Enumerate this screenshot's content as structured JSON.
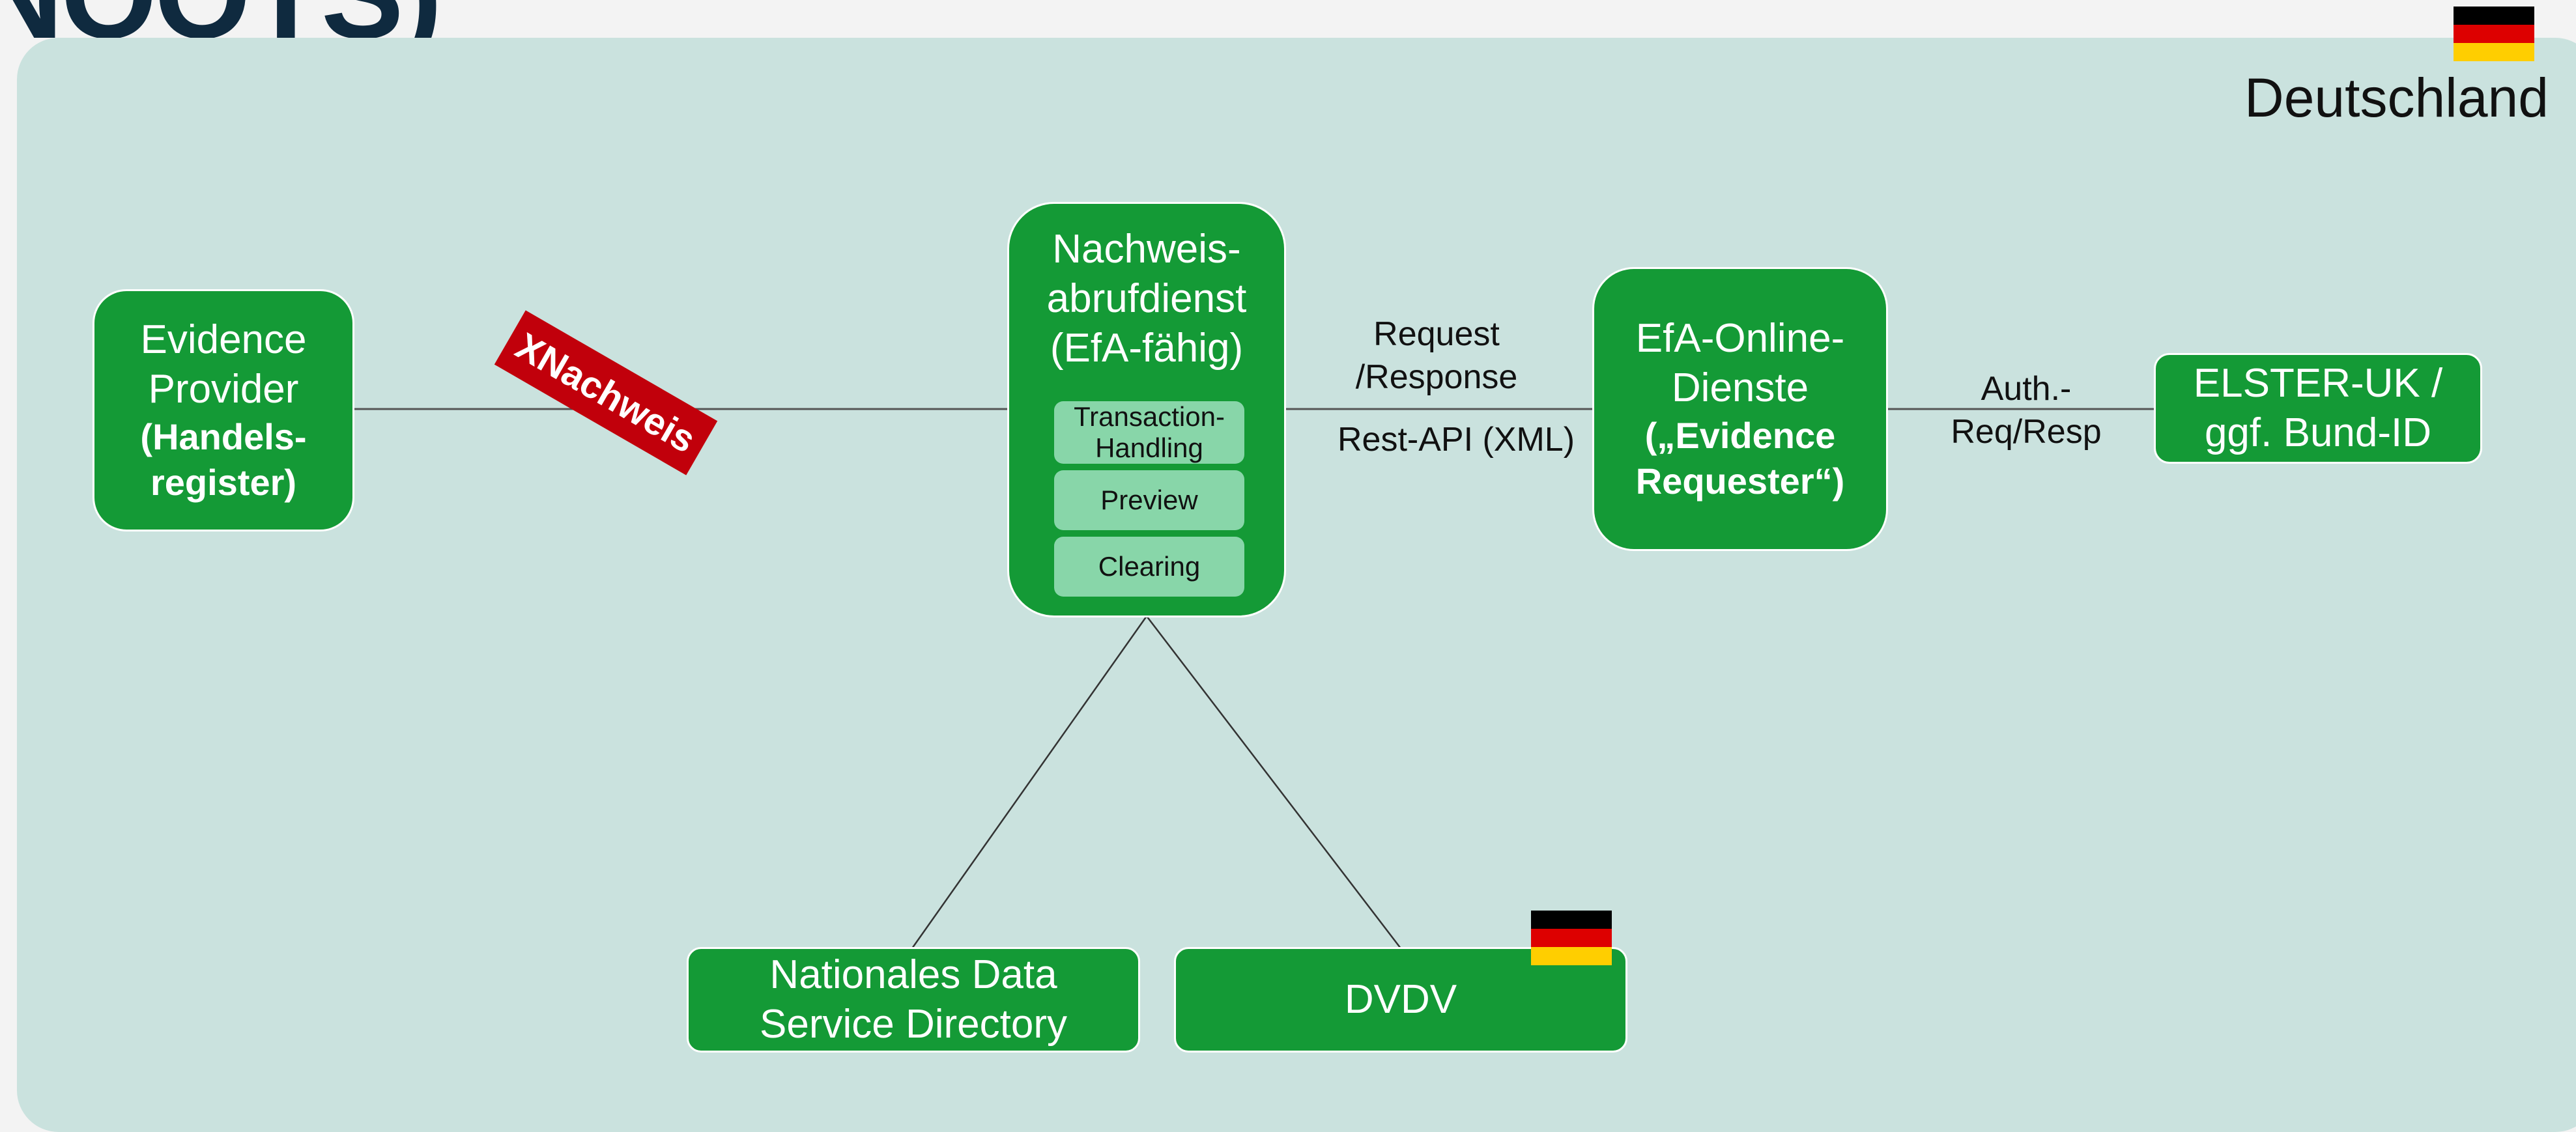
{
  "title_fragment": "NOOTS)",
  "region": {
    "label": "Deutschland"
  },
  "colors": {
    "box_green": "#149a36",
    "sub_green": "#88d6a9",
    "region_bg": "#cae2de",
    "xnachweis_red": "#c1000b",
    "flag": [
      "#000000",
      "#dd0000",
      "#ffce00"
    ]
  },
  "nodes": {
    "evidence_provider": {
      "line1": "Evidence",
      "line2": "Provider",
      "bold1": "(Handels-",
      "bold2": "register)"
    },
    "nachweisabrufdienst": {
      "line1": "Nachweis-",
      "line2": "abrufdienst",
      "line3": "(EfA-fähig)",
      "components": [
        "Transaction-\nHandling",
        "Preview",
        "Clearing"
      ]
    },
    "efa_online": {
      "line1": "EfA-Online-",
      "line2": "Dienste",
      "bold1": "(„Evidence",
      "bold2": "Requester“)"
    },
    "elster": {
      "line1": "ELSTER-UK /",
      "line2": "ggf. Bund-ID"
    },
    "data_service_directory": {
      "line1": "Nationales Data",
      "line2": "Service Directory"
    },
    "dvdv": {
      "label": "DVDV"
    }
  },
  "edge_labels": {
    "xnachweis": "XNachweis",
    "request_response_1": "Request",
    "request_response_2": "/Response",
    "rest_api": "Rest-API (XML)",
    "auth_1": "Auth.-",
    "auth_2": "Req/Resp"
  }
}
